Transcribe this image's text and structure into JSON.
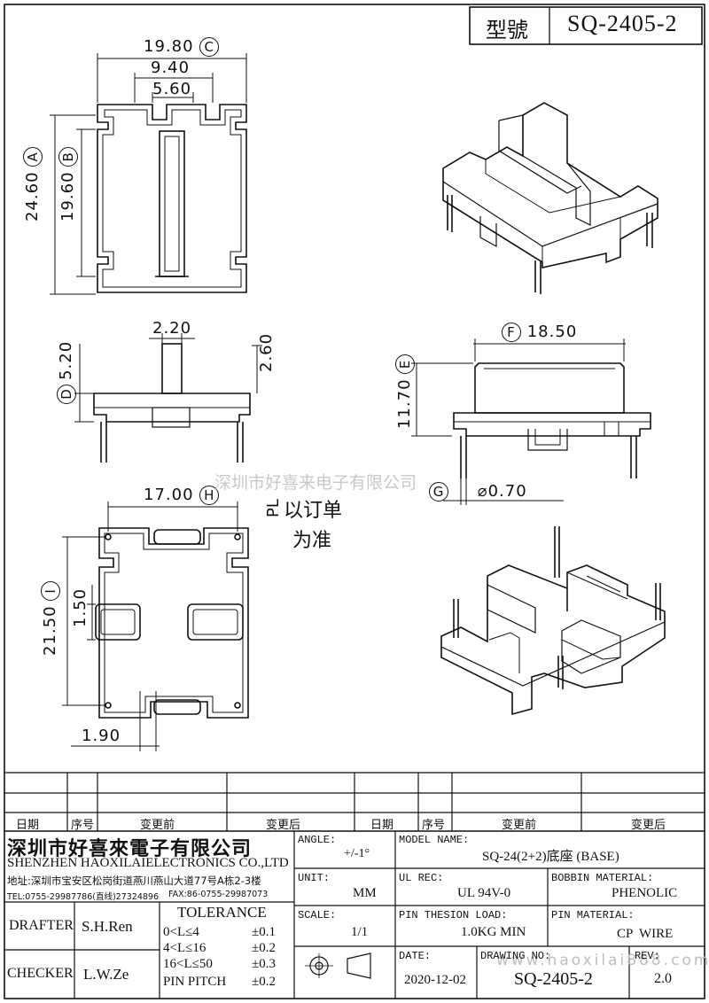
{
  "header": {
    "model_label": "型號",
    "model_value": "SQ-2405-2"
  },
  "dims": {
    "top_w": "19.80",
    "top_c": "C",
    "top_mid": "9.40",
    "top_inner": "5.60",
    "h_a": "24.60",
    "a": "A",
    "h_b": "19.60",
    "b": "B",
    "side_top": "2.20",
    "side_right": "2.60",
    "side_left": "5.20",
    "d": "D",
    "front_w": "18.50",
    "f": "F",
    "front_h": "11.70",
    "e": "E",
    "pin_d": "⌀0.70",
    "g": "G",
    "bot_w": "17.00",
    "h": "H",
    "bot_h": "21.50",
    "i": "I",
    "bot_small": "1.50",
    "bot_bottom": "1.90"
  },
  "note": {
    "pl": "PL",
    "line1": "以订单",
    "line2": "为准"
  },
  "watermark": {
    "text": "深圳市好喜来电子有限公司",
    "url": "www.haoxilai888.com"
  },
  "revision_table": {
    "date_label": "日期",
    "seq_label": "序号",
    "before_label": "变更前",
    "after_label": "变更后"
  },
  "company": {
    "name_cn": "深圳市好喜來電子有限公司",
    "name_en": "SHENZHEN HAOXILAIELECTRONICS CO.,LTD",
    "address": "地址:深圳市宝安区松岗街道燕川燕山大道77号A栋2-3楼",
    "tel": "TEL:0755-29987786(直线)27324896",
    "fax": "FAX:86-0755-29987073"
  },
  "title_block": {
    "angle_label": "ANGLE:",
    "angle_value": "+/-1°",
    "model_name_label": "MODEL NAME:",
    "model_name_value": "SQ-24(2+2)底座 (BASE)",
    "unit_label": "UNIT:",
    "unit_value": "MM",
    "ul_label": "UL REC:",
    "ul_value": "UL 94V-0",
    "bobbin_label": "BOBBIN MATERIAL:",
    "bobbin_value": "PHENOLIC",
    "scale_label": "SCALE:",
    "scale_value": "1/1",
    "pin_load_label": "PIN THESION LOAD:",
    "pin_load_value": "1.0KG MIN",
    "pin_mat_label": "PIN MATERIAL:",
    "pin_mat_value": "CP  WIRE",
    "date_label": "DATE:",
    "date_value": "2020-12-02",
    "drawing_label": "DRAWING NO:",
    "drawing_value": "SQ-2405-2",
    "rev_label": "REV:",
    "rev_value": "2.0",
    "drafter_label": "DRAFTER",
    "drafter_value": "S.H.Ren",
    "checker_label": "CHECKER",
    "checker_value": "L.W.Ze"
  },
  "tolerance": {
    "title": "TOLERANCE",
    "rows": [
      {
        "range": "0<L≤4",
        "tol": "±0.1"
      },
      {
        "range": "4<L≤16",
        "tol": "±0.2"
      },
      {
        "range": "16<L≤50",
        "tol": "±0.3"
      },
      {
        "range": "PIN PITCH",
        "tol": "±0.2"
      }
    ]
  }
}
